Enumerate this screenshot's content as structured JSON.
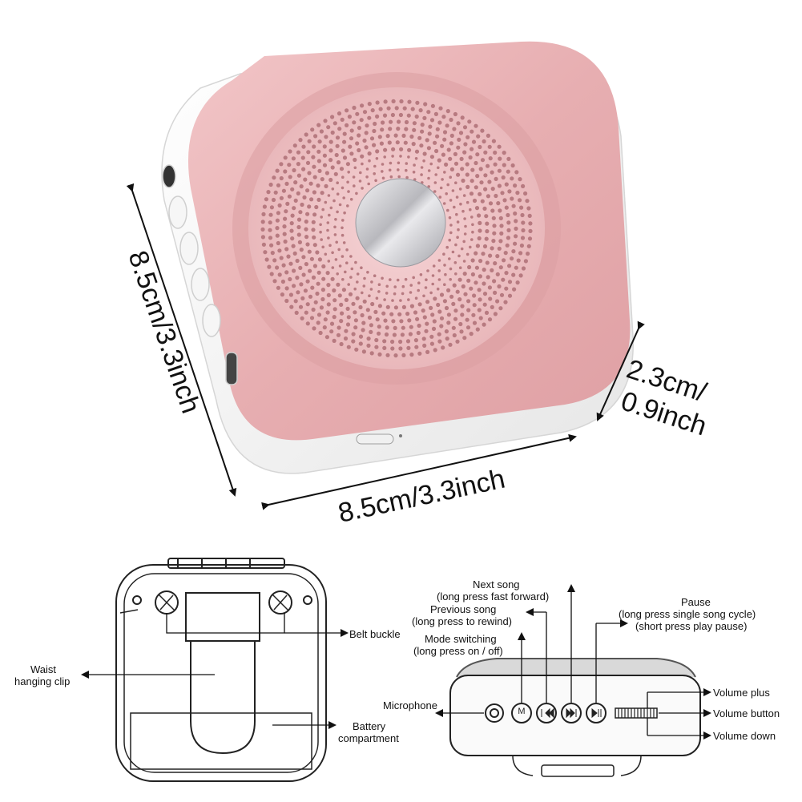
{
  "dimensions": {
    "height": "8.5cm/3.3inch",
    "width": "8.5cm/3.3inch",
    "depth_line1": "2.3cm/",
    "depth_line2": "0.9inch"
  },
  "back_view": {
    "belt_buckle": "Belt buckle",
    "waist_clip_line1": "Waist",
    "waist_clip_line2": "hanging clip",
    "battery_line1": "Battery",
    "battery_line2": "compartment"
  },
  "side_view": {
    "next_song_line1": "Next song",
    "next_song_line2": "(long press fast forward)",
    "previous_song_line1": "Previous song",
    "previous_song_line2": "(long press to rewind)",
    "mode_line1": "Mode switching",
    "mode_line2": "(long press on / off)",
    "pause_line1": "Pause",
    "pause_line2": "(long press single song cycle)",
    "pause_line3": "(short press play pause)",
    "microphone": "Microphone",
    "volume_plus": "Volume plus",
    "volume_button": "Volume button",
    "volume_down": "Volume down",
    "mode_button_glyph": "M"
  },
  "colors": {
    "body_pink": "#e9b3b5",
    "body_pink_dark": "#d7979b",
    "shell_white": "#f4f4f4",
    "grille_hole": "#b77a80",
    "metal": "#c9c9cc"
  }
}
